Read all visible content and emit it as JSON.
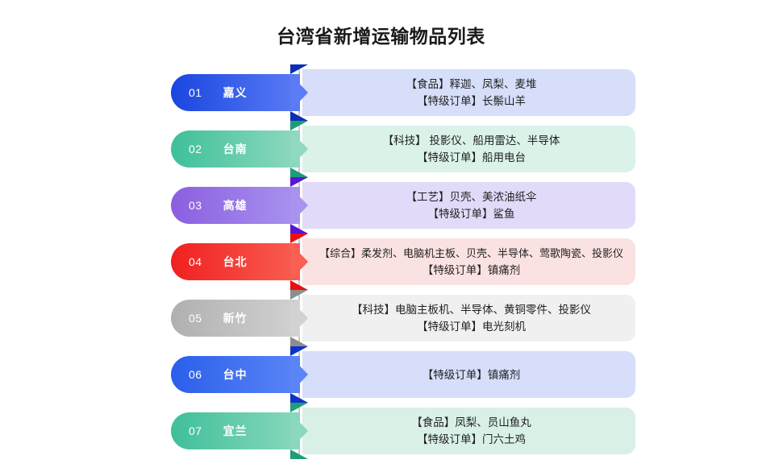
{
  "title": "台湾省新增运输物品列表",
  "rows": [
    {
      "index": "01",
      "name": "嘉义",
      "lines": [
        "【食品】释迦、凤梨、麦堆",
        "【特级订单】长鬃山羊"
      ],
      "colors": {
        "banner_from": "#1a46e0",
        "banner_to": "#5b7cf5",
        "fold": "#0d2fb5",
        "panel": "#d6defa"
      }
    },
    {
      "index": "02",
      "name": "台南",
      "lines": [
        "【科技】 投影仪、船用雷达、半导体",
        "【特级订单】船用电台"
      ],
      "colors": {
        "banner_from": "#3ec09a",
        "banner_to": "#8fd9c0",
        "fold": "#1e9c78",
        "panel": "#dbf2e9"
      }
    },
    {
      "index": "03",
      "name": "高雄",
      "lines": [
        "【工艺】贝壳、美浓油纸伞",
        "【特级订单】鲨鱼"
      ],
      "colors": {
        "banner_from": "#8b5fe0",
        "banner_to": "#a993ef",
        "fold": "#5a14d6",
        "panel": "#e2daf9"
      }
    },
    {
      "index": "04",
      "name": "台北",
      "lines": [
        "【综合】柔发剂、电脑机主板、贝壳、半导体、莺歌陶瓷、投影仪",
        "【特级订单】镇痛剂"
      ],
      "colors": {
        "banner_from": "#f02020",
        "banner_to": "#f95f52",
        "fold": "#e81010",
        "panel": "#fbe2e2"
      }
    },
    {
      "index": "05",
      "name": "新竹",
      "lines": [
        "【科技】电脑主板机、半导体、黄铜零件、投影仪",
        "【特级订单】电光刻机"
      ],
      "colors": {
        "banner_from": "#b0b0b0",
        "banner_to": "#d2d2d2",
        "fold": "#8d8d8d",
        "panel": "#f0f0f0"
      }
    },
    {
      "index": "06",
      "name": "台中",
      "lines": [
        "【特级订单】镇痛剂",
        ""
      ],
      "colors": {
        "banner_from": "#2a5fea",
        "banner_to": "#5b85f7",
        "fold": "#0f33c8",
        "panel": "#d6defa"
      }
    },
    {
      "index": "07",
      "name": "宜兰",
      "lines": [
        "【食品】凤梨、员山鱼丸",
        "【特级订单】门六土鸡"
      ],
      "colors": {
        "banner_from": "#3fbf9a",
        "banner_to": "#8ad8bd",
        "fold": "#1f9d79",
        "panel": "#d9f0e7"
      }
    }
  ]
}
